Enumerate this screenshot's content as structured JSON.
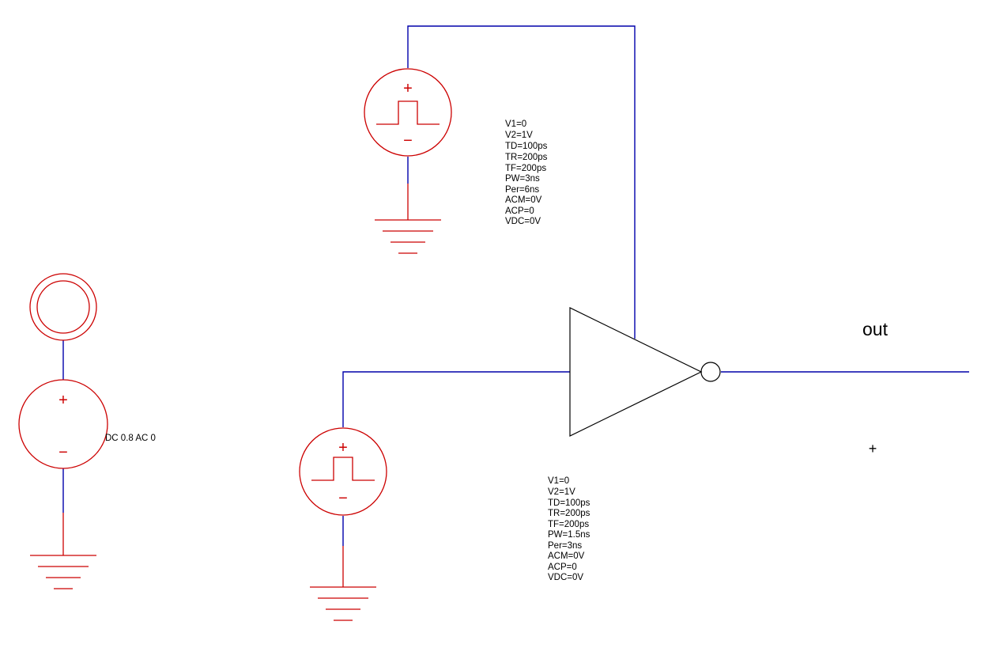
{
  "colors": {
    "wire": "#0000aa",
    "component": "#cc0000",
    "gate": "#000000",
    "background": "#ffffff"
  },
  "labels": {
    "output_net": "out",
    "dc_source_value": "DC 0.8 AC 0"
  },
  "supply_pulse_params": [
    "V1=0",
    "V2=1V",
    "TD=100ps",
    "TR=200ps",
    "TF=200ps",
    "PW=3ns",
    "Per=6ns",
    "ACM=0V",
    "ACP=0",
    "VDC=0V"
  ],
  "input_pulse_params": [
    "V1=0",
    "V2=1V",
    "TD=100ps",
    "TR=200ps",
    "TF=200ps",
    "PW=1.5ns",
    "Per=3ns",
    "ACM=0V",
    "ACP=0",
    "VDC=0V"
  ],
  "symbols": {
    "plus": "+",
    "minus": "−",
    "cursor": "+"
  }
}
